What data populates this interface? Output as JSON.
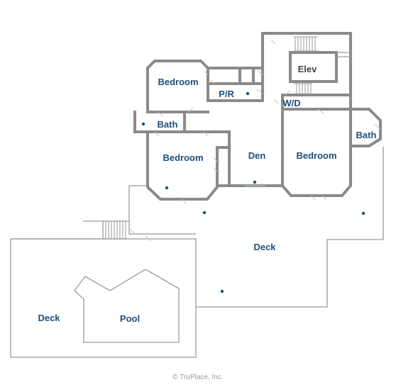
{
  "rooms": {
    "bedroom_upper_left": "Bedroom",
    "pr": "P/R",
    "elev": "Elev",
    "wd": "W/D",
    "bath_left": "Bath",
    "bath_right": "Bath",
    "bedroom_left": "Bedroom",
    "den": "Den",
    "bedroom_right": "Bedroom",
    "deck_main": "Deck",
    "deck_pool": "Deck",
    "pool": "Pool"
  },
  "copyright": "© TruPlace, Inc."
}
